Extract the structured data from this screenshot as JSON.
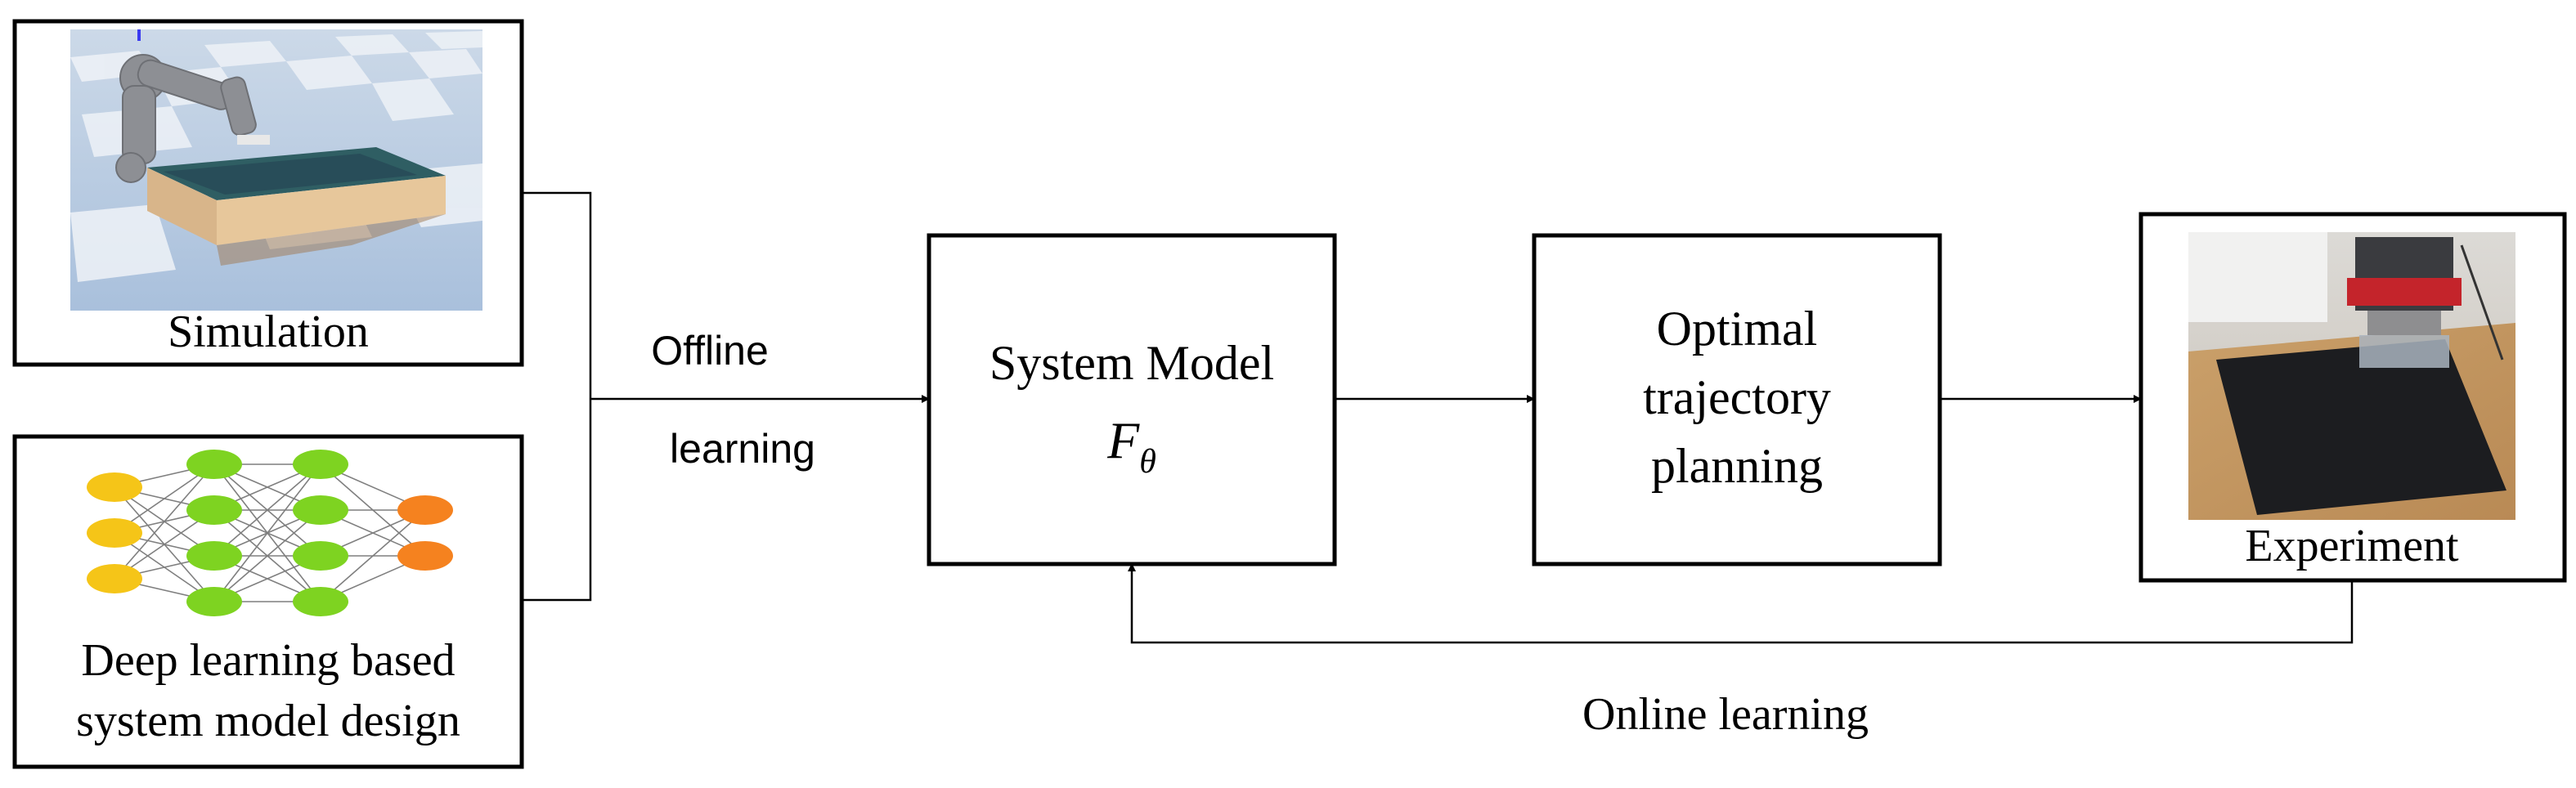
{
  "diagram": {
    "inputs": {
      "simulation_label": "Simulation",
      "deep_learning_label_line1": "Deep learning based",
      "deep_learning_label_line2": "system model design"
    },
    "edges": {
      "offline_line1": "Offline",
      "offline_line2": "learning",
      "online": "Online learning"
    },
    "system_model": {
      "title": "System Model",
      "symbol": "F",
      "subscript": "θ"
    },
    "planning": {
      "line1": "Optimal",
      "line2": "trajectory",
      "line3": "planning"
    },
    "experiment": {
      "label": "Experiment"
    },
    "colors": {
      "nn_input": "#f5c518",
      "nn_hidden": "#7ed321",
      "nn_output": "#f5821f",
      "box_stroke": "#000000"
    }
  }
}
